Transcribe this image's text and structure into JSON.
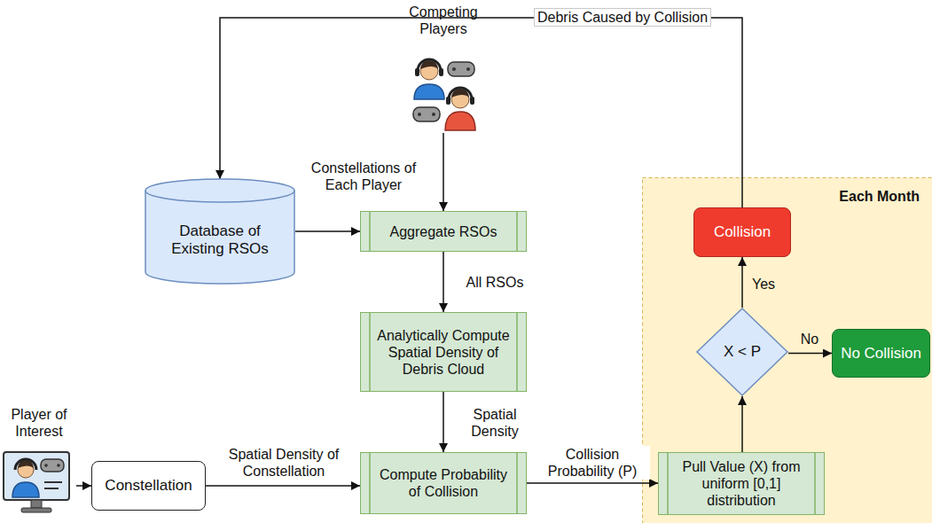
{
  "diagram": {
    "nodes": [
      {
        "text": [
          "Competing Players"
        ]
      },
      {
        "text": [
          "Each Month"
        ]
      },
      {
        "text": [
          "Collision"
        ],
        "in": 1
      },
      {
        "text": [
          "Database of Existing RSOs"
        ]
      },
      {
        "text": [
          "Aggregate RSOs"
        ]
      },
      {
        "text": [
          "X < P"
        ],
        "in": 1
      },
      {
        "text": [
          "No Collision"
        ],
        "in": 1
      },
      {
        "text": [
          "Analytically Compute Spatial Density of Debris Cloud"
        ]
      },
      {
        "text": [
          "Player of Interest"
        ]
      },
      {
        "text": [
          "Constellation"
        ]
      },
      {
        "text": [
          "Compute Probability of Collision"
        ]
      },
      {
        "text": [
          "Pull Value (X) from uniform [0,1] distribution"
        ],
        "in": 1
      }
    ],
    "edges": [
      {
        "from": 2,
        "to": 3,
        "label": "Debris Caused by Collision",
        "arrow": "to"
      },
      {
        "from": 0,
        "to": 4,
        "label": "Constellations of Each Player",
        "arrow": "to"
      },
      {
        "from": 3,
        "to": 4,
        "arrow": "to"
      },
      {
        "from": 4,
        "to": 7,
        "label": "All RSOs",
        "arrow": "to"
      },
      {
        "from": 7,
        "to": 10,
        "label": "Spatial Density",
        "arrow": "to"
      },
      {
        "from": 8,
        "to": 9,
        "arrow": "to"
      },
      {
        "from": 9,
        "to": 10,
        "label": "Spatial Density of Constellation",
        "arrow": "to"
      },
      {
        "from": 10,
        "to": 11,
        "label": "Collision Probability (P)",
        "arrow": "to"
      },
      {
        "from": 11,
        "to": 5,
        "arrow": "to"
      },
      {
        "from": 5,
        "to": 2,
        "label": "Yes",
        "arrow": "to"
      },
      {
        "from": 5,
        "to": 6,
        "label": "No",
        "arrow": "to"
      }
    ]
  }
}
